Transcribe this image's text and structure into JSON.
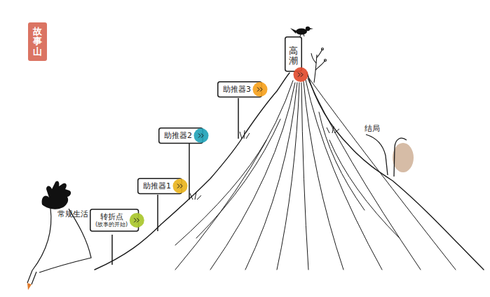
{
  "diagram": {
    "title": "故事山",
    "nodes": [
      {
        "text": [
          "转折点",
          "(故事的开始)"
        ]
      },
      {
        "text": [
          "助推器1"
        ]
      },
      {
        "text": [
          "助推器2"
        ]
      },
      {
        "text": [
          "助推器3"
        ]
      },
      {
        "text": [
          "高潮"
        ]
      }
    ],
    "labels": [
      "常规生活",
      "结局"
    ]
  }
}
